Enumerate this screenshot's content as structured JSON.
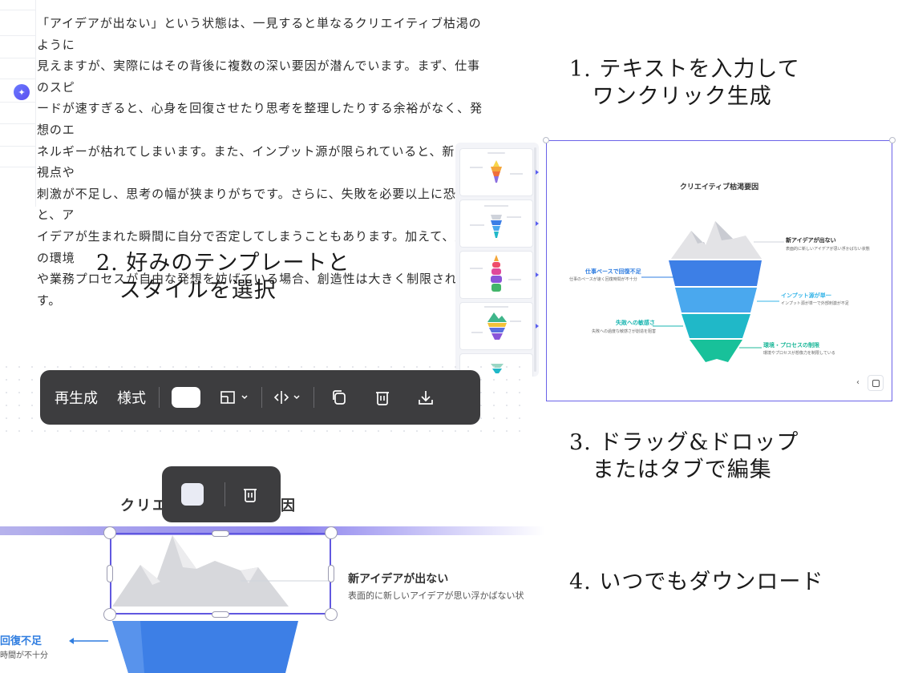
{
  "editor": {
    "lines": [
      "「アイデアが出ない」という状態は、一見すると単なるクリエイティブ枯渇のように",
      "見えますが、実際にはその背後に複数の深い要因が潜んでいます。まず、仕事のスピ",
      "ードが速すぎると、心身を回復させたり思考を整理したりする余裕がなく、発想のエ",
      "ネルギーが枯れてしまいます。また、インプット源が限られていると、新しい視点や",
      "刺激が不足し、思考の幅が狭まりがちです。さらに、失敗を必要以上に恐れると、ア",
      "イデアが生まれた瞬間に自分で否定してしまうこともあります。加えて、周囲の環境",
      "や業務プロセスが自由な発想を妨げている場合、創造性は大きく制限されます。"
    ],
    "ai_icon": "sparkle-icon"
  },
  "captions": {
    "step1": "1. テキストを入力して\n   ワンクリック生成",
    "step2": "2. 好みのテンプレートと\n   スタイルを選択",
    "step3": "3. ドラッグ&ドロップ\n   またはタブで編集",
    "step4": "4. いつでもダウンロード"
  },
  "slide": {
    "title": "クリエイティブ枯渇要因",
    "items": [
      {
        "label": "新アイデアが出ない",
        "sub": "表面的に新しいアイデアが思い浮かばない状態",
        "color": "#333333"
      },
      {
        "label": "仕事ペースで回復不足",
        "sub": "仕事のペースが速く回復時間が不十分",
        "color": "#2f7de0"
      },
      {
        "label": "インプット源が単一",
        "sub": "インプット源が単一で外部刺激が不足",
        "color": "#34b4e8"
      },
      {
        "label": "失敗への敏感さ",
        "sub": "失敗への過度な敏感さが創造を阻害",
        "color": "#18b5b0"
      },
      {
        "label": "環境・プロセスの制限",
        "sub": "環境やプロセスが想像力を制限している",
        "color": "#1fb89a"
      }
    ],
    "prev_glyph": "‹"
  },
  "toolbar": {
    "regenerate": "再生成",
    "style": "様式"
  },
  "canvas": {
    "title_head": "クリエ",
    "title_tail": "因",
    "label": "新アイデアが出ない",
    "sub": "表面的に新しいアイデアが思い浮かばない状",
    "blue_label": "回復不足",
    "blue_sub": "時間が不十分"
  },
  "colors": {
    "accent": "#6158e0",
    "toolbar_bg": "#3d3d3f",
    "layer1": "#e3e3e6",
    "layer2": "#3d7fe6",
    "layer3": "#4aa8ee",
    "layer4": "#20b8c8",
    "layer5": "#18c19a"
  }
}
